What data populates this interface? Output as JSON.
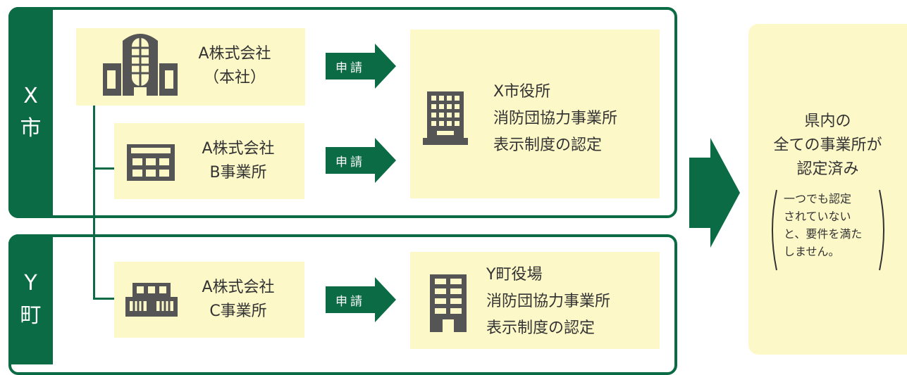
{
  "regions": {
    "x": {
      "label_line1": "X",
      "label_line2": "市"
    },
    "y": {
      "label_line1": "Y",
      "label_line2": "町"
    }
  },
  "companies": {
    "head_office": {
      "name": "A株式会社",
      "sub": "（本社）"
    },
    "b_office": {
      "name": "A株式会社",
      "sub": "B事業所"
    },
    "c_office": {
      "name": "A株式会社",
      "sub": "C事業所"
    }
  },
  "apply_label": "申請",
  "offices": {
    "x": {
      "line1": "X市役所",
      "line2": "消防団協力事業所",
      "line3": "表示制度の認定"
    },
    "y": {
      "line1": "Y町役場",
      "line2": "消防団協力事業所",
      "line3": "表示制度の認定"
    }
  },
  "result": {
    "line1": "県内の",
    "line2": "全ての事業所が",
    "line3": "認定済み",
    "note": [
      "一つでも認定",
      "されていない",
      "と、要件を満た",
      "しません。"
    ]
  },
  "colors": {
    "accent": "#0b6b45",
    "box_fill": "#fdf8c8",
    "icon": "#555555"
  },
  "icons": [
    "headquarters-building-icon",
    "office-building-icon",
    "factory-building-icon",
    "city-hall-icon",
    "town-hall-icon"
  ]
}
